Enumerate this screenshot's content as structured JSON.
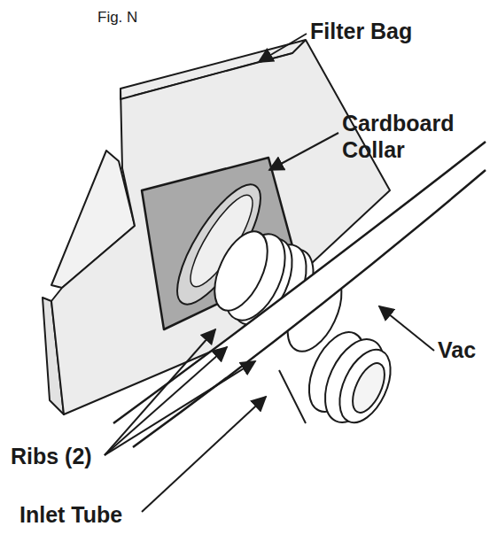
{
  "diagram": {
    "labels": [
      "Fig. N",
      "Filter Bag",
      "Cardboard Collar",
      "Vac",
      "Ribs (2)",
      "Inlet Tube"
    ]
  }
}
